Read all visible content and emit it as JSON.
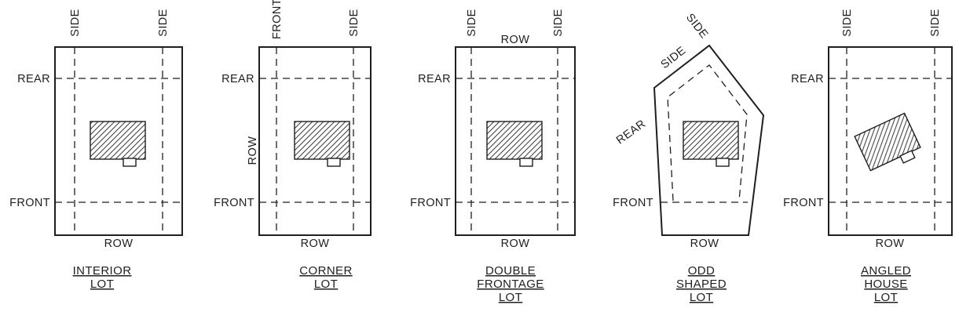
{
  "colors": {
    "background": "#ffffff",
    "line": "#1f1f1f",
    "hatch": "#3a3a3a"
  },
  "panels": [
    {
      "name": "interior-lot",
      "labels": {
        "side_left": "SIDE",
        "side_right": "SIDE",
        "rear": "REAR",
        "front": "FRONT",
        "row_bottom": "ROW"
      },
      "caption": [
        "INTERIOR",
        "LOT"
      ]
    },
    {
      "name": "corner-lot",
      "labels": {
        "front_top": "FRONT",
        "side_right": "SIDE",
        "rear": "REAR",
        "row_left": "ROW",
        "front_bottom": "FRONT",
        "row_bottom": "ROW"
      },
      "caption": [
        "CORNER",
        "LOT"
      ]
    },
    {
      "name": "double-frontage-lot",
      "labels": {
        "side_left": "SIDE",
        "side_right": "SIDE",
        "row_top": "ROW",
        "rear": "REAR",
        "front": "FRONT",
        "row_bottom": "ROW"
      },
      "caption": [
        "DOUBLE",
        "FRONTAGE",
        "LOT"
      ]
    },
    {
      "name": "odd-shaped-lot",
      "labels": {
        "side_upper": "SIDE",
        "side_peak": "SIDE",
        "rear": "REAR",
        "front": "FRONT",
        "row_bottom": "ROW"
      },
      "caption": [
        "ODD",
        "SHAPED",
        "LOT"
      ]
    },
    {
      "name": "angled-house-lot",
      "labels": {
        "side_left": "SIDE",
        "side_right": "SIDE",
        "rear": "REAR",
        "front": "FRONT",
        "row_bottom": "ROW"
      },
      "caption": [
        "ANGLED",
        "HOUSE",
        "LOT"
      ]
    }
  ]
}
